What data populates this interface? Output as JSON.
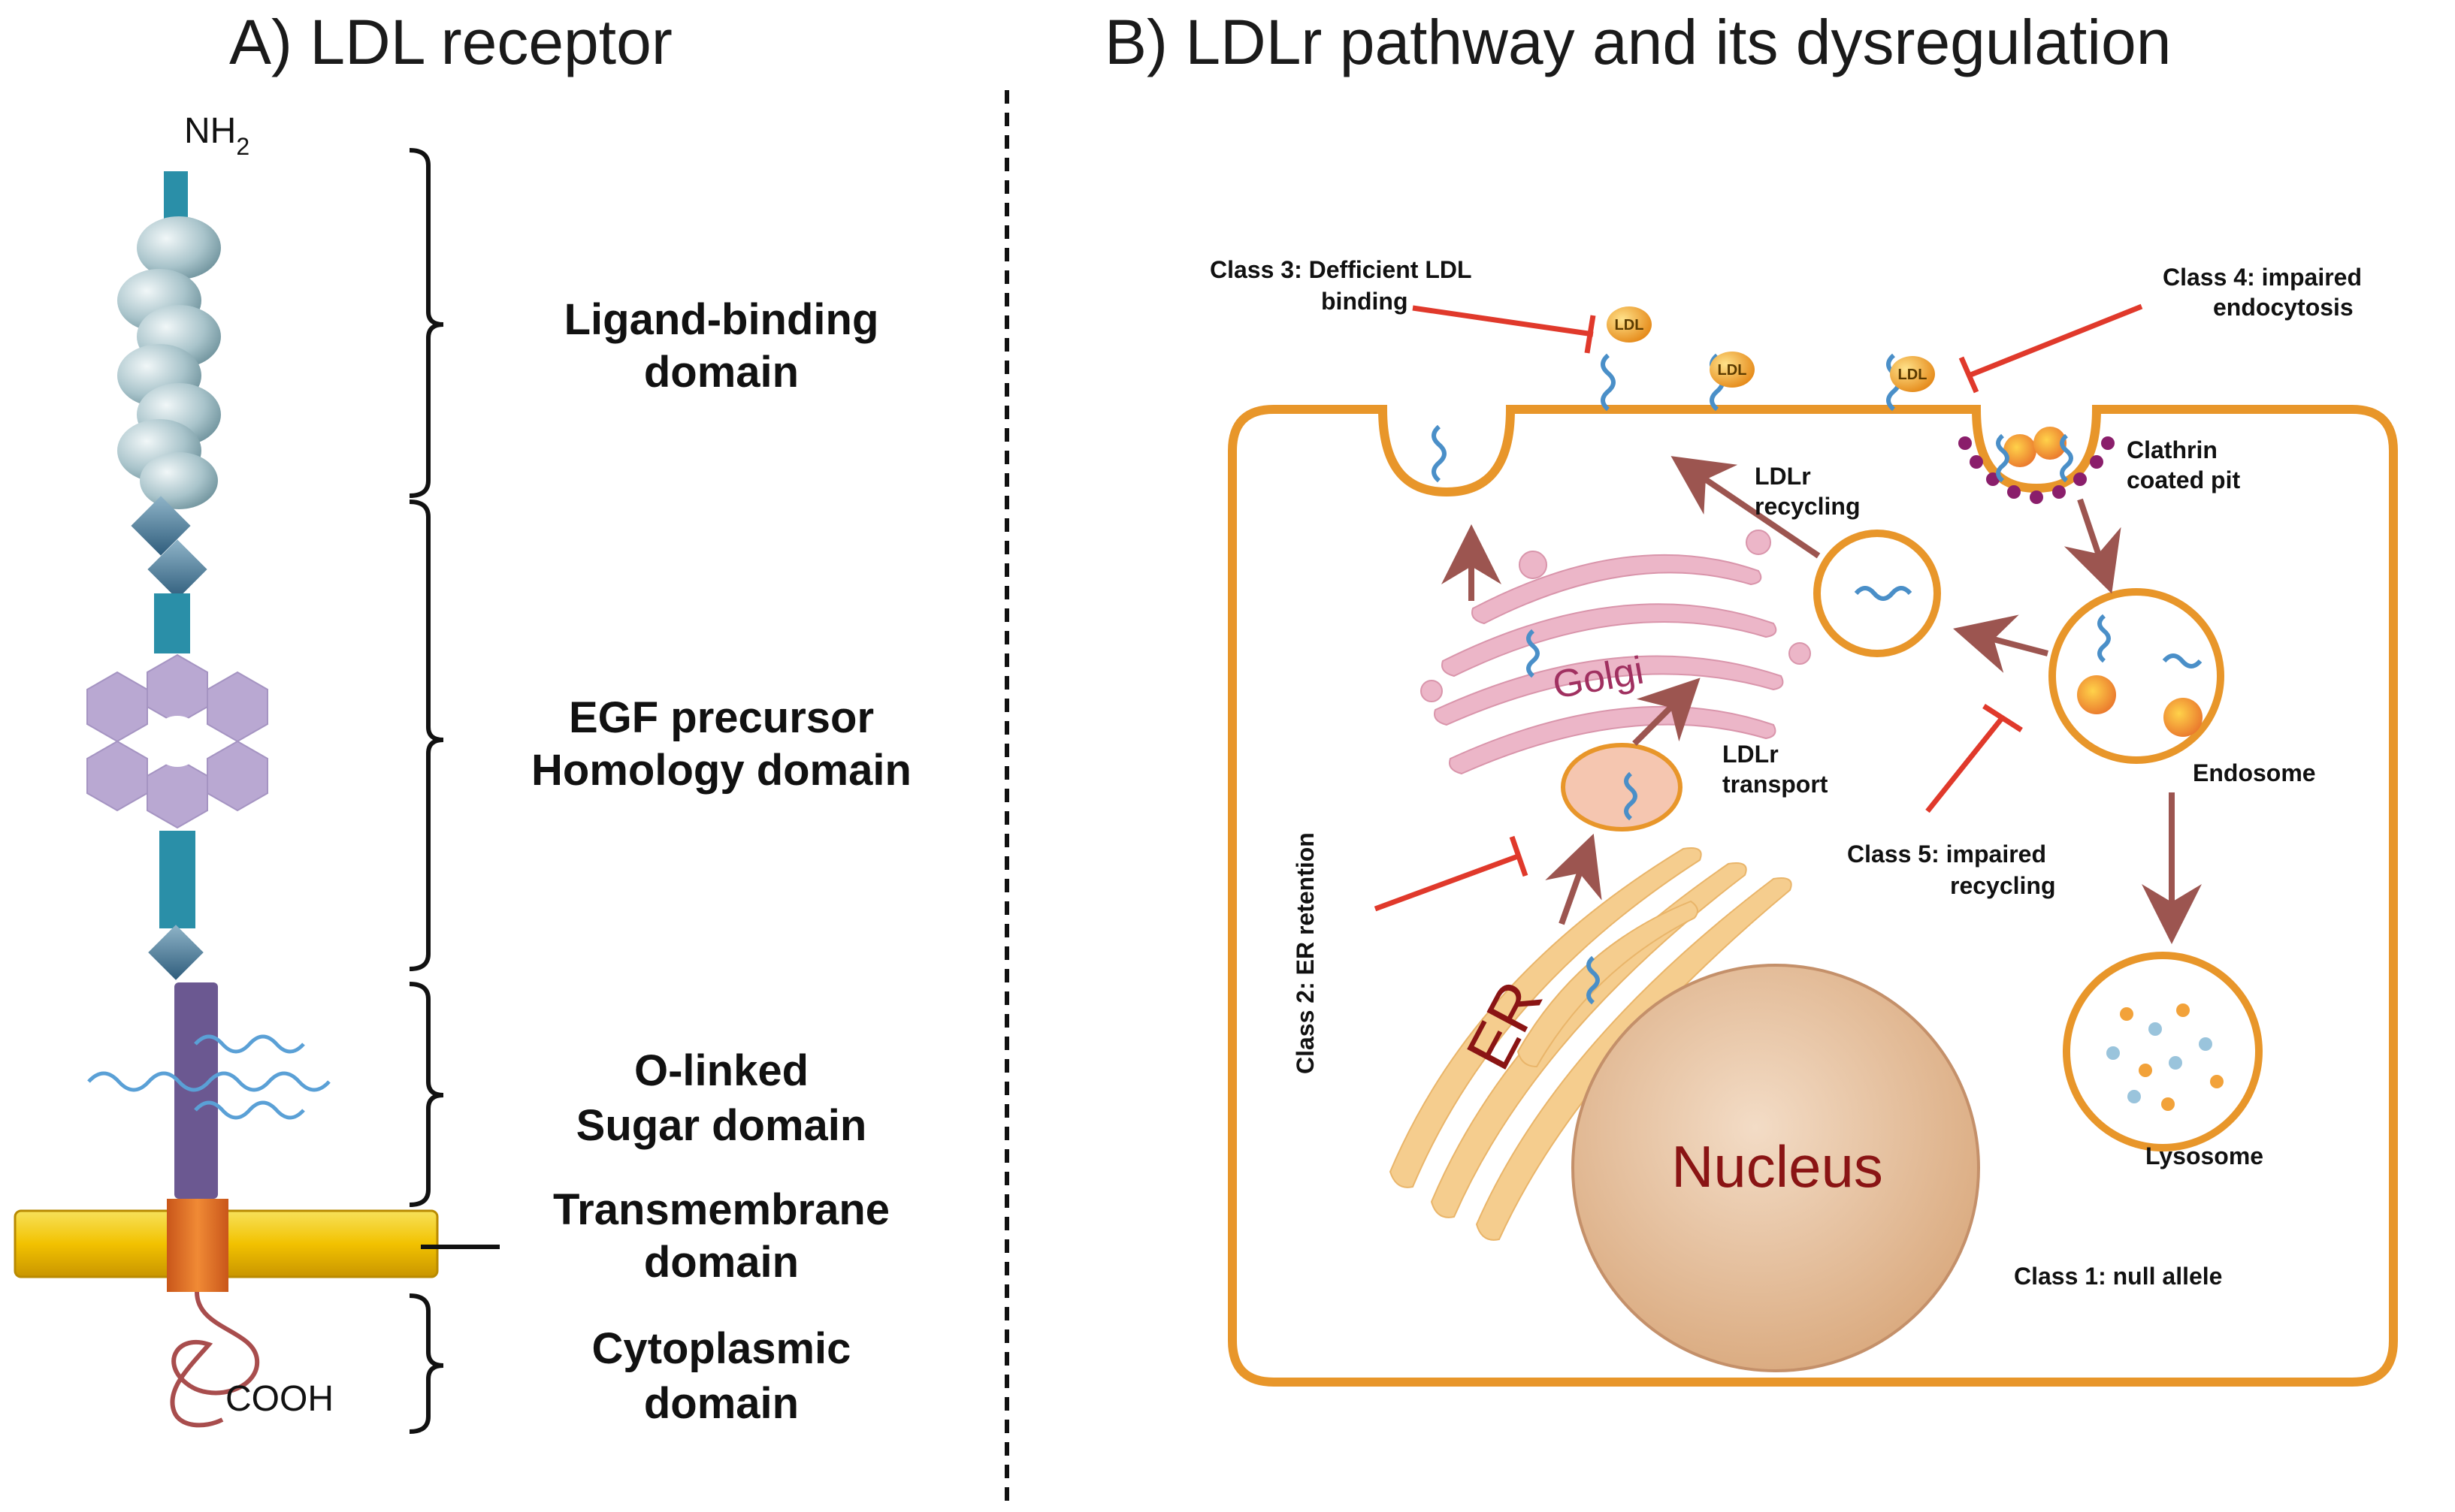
{
  "panel_a": {
    "title": "A) LDL receptor",
    "nh2": "NH",
    "nh2_sub": "2",
    "cooh": "COOH",
    "domains": [
      {
        "line1": "Ligand-binding",
        "line2": "domain"
      },
      {
        "line1": "EGF precursor",
        "line2": "Homology domain"
      },
      {
        "line1": "O-linked",
        "line2": "Sugar domain"
      },
      {
        "line1": "Transmembrane",
        "line2": "domain"
      },
      {
        "line1": "Cytoplasmic",
        "line2": "domain"
      }
    ]
  },
  "panel_b": {
    "title": "B) LDLr pathway and its dysregulation",
    "ldl": "LDL",
    "class3": {
      "line1": "Class 3: Defficient LDL",
      "line2": "binding"
    },
    "class4": {
      "line1": "Class 4: impaired",
      "line2": "endocytosis"
    },
    "clathrin": {
      "line1": "Clathrin",
      "line2": "coated pit"
    },
    "ldlr_recycling": {
      "line1": "LDLr",
      "line2": "recycling"
    },
    "ldlr_transport": {
      "line1": "LDLr",
      "line2": "transport"
    },
    "class5": {
      "line1": "Class 5: impaired",
      "line2": "recycling"
    },
    "class2": "Class 2: ER retention",
    "class1": "Class 1: null allele",
    "golgi": "Golgi",
    "er": "ER",
    "nucleus": "Nucleus",
    "endosome": "Endosome",
    "lysosome": "Lysosome"
  },
  "colors": {
    "cell_membrane": "#e8962a",
    "inhibitor": "#e0392b",
    "arrow": "#9c5550",
    "receptor_stalk": "#2a8fa8",
    "ligand_bead": "#9fbcc4",
    "egf_hex": "#b9a8d2",
    "sugar_domain": "#6b5891",
    "membrane_bar": "#f2c200",
    "golgi": "#ecb6c8",
    "er": "#f5cd8e",
    "nucleus": "#e7c09e",
    "nucleus_text": "#8a1414",
    "receptor_wavy": "#4a8fc8"
  }
}
